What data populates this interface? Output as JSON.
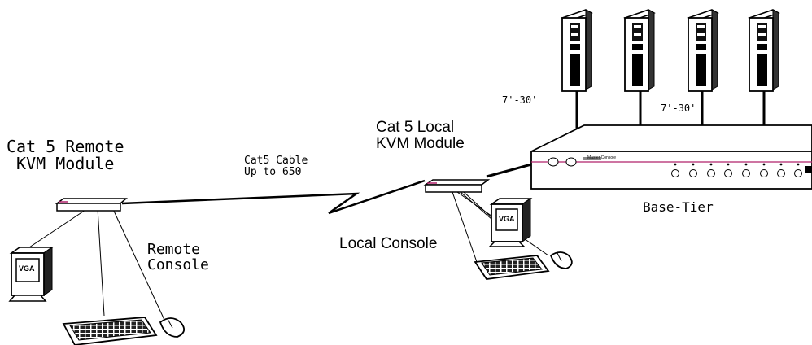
{
  "labels": {
    "remote_module": "Cat 5 Remote\n KVM Module",
    "cable": "Cat5 Cable\nUp to 650",
    "local_module": "Cat 5 Local\nKVM Module",
    "remote_console": "Remote\nConsole",
    "local_console": "Local Console",
    "base_tier": "Base-Tier",
    "distance_left": "7'-30'",
    "distance_right": "7'-30'",
    "monitor_remote": "VGA",
    "monitor_local": "VGA",
    "switch_panel": "Master Console"
  },
  "colors": {
    "line": "#000000",
    "accent": "#b0206a"
  },
  "icons": {
    "server": "tower-server-icon",
    "switch": "kvm-switch-icon",
    "module": "kvm-module-icon",
    "monitor": "crt-monitor-icon",
    "keyboard": "keyboard-icon",
    "mouse": "mouse-icon"
  }
}
